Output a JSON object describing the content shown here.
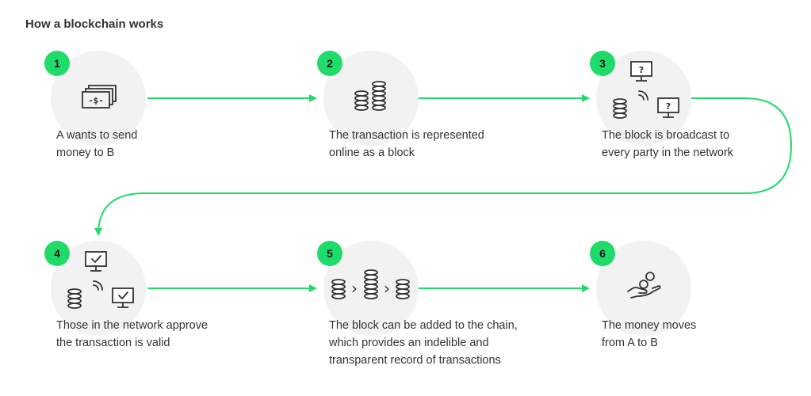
{
  "title": "How a blockchain works",
  "accent_color": "#1fdb6a",
  "steps": [
    {
      "number": "1",
      "icon": "cash-icon",
      "lines": [
        "A wants to send",
        "money to B"
      ]
    },
    {
      "number": "2",
      "icon": "coin-stacks-icon",
      "lines": [
        "The transaction is represented",
        "online as a block"
      ]
    },
    {
      "number": "3",
      "icon": "network-broadcast-icon",
      "lines": [
        "The block is broadcast to",
        "every party in the network"
      ]
    },
    {
      "number": "4",
      "icon": "network-approve-icon",
      "lines": [
        "Those in the network approve",
        "the transaction is valid"
      ]
    },
    {
      "number": "5",
      "icon": "chained-blocks-icon",
      "lines": [
        "The block can be added to the chain,",
        "which provides an indelible and",
        "transparent record of transactions"
      ]
    },
    {
      "number": "6",
      "icon": "hand-coins-icon",
      "lines": [
        "The money moves",
        "from A to B"
      ]
    }
  ],
  "icon_text": {
    "question": "?",
    "chevron": "›"
  }
}
